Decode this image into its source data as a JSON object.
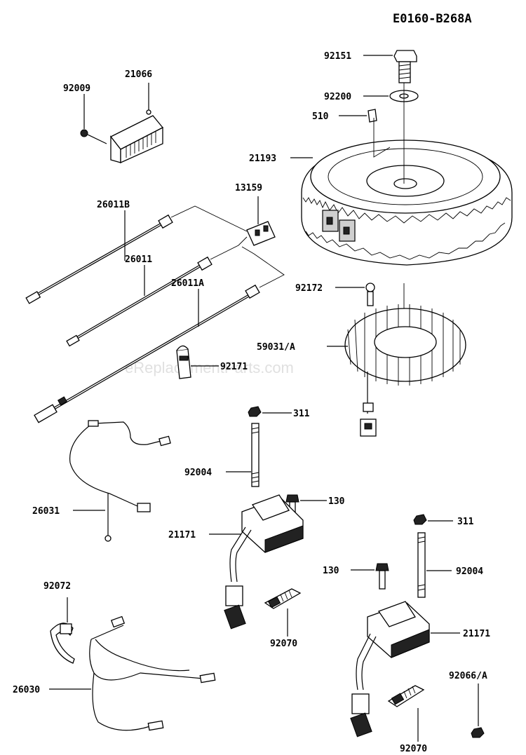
{
  "diagram": {
    "id": "E0160-B268A",
    "watermark": "eReplacementParts.com",
    "labels": {
      "p92151": "92151",
      "p92200": "92200",
      "p510": "510",
      "p21193": "21193",
      "p21066": "21066",
      "p92009": "92009",
      "p13159": "13159",
      "p26011B": "26011B",
      "p26011": "26011",
      "p26011A": "26011A",
      "p92172": "92172",
      "p59031": "59031/A",
      "p92171": "92171",
      "p311a": "311",
      "p92004a": "92004",
      "p130a": "130",
      "p26031": "26031",
      "p21171a": "21171",
      "p311b": "311",
      "p130b": "130",
      "p92004b": "92004",
      "p92072": "92072",
      "p21171b": "21171",
      "p92070a": "92070",
      "p26030": "26030",
      "p92066": "92066/A",
      "p92070b": "92070"
    }
  }
}
